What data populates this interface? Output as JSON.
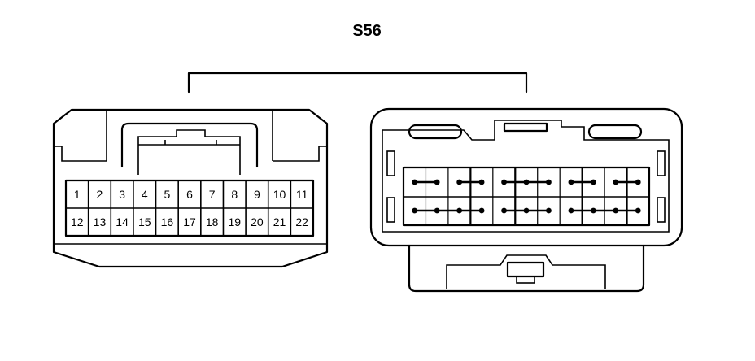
{
  "connector_label": "S56",
  "pins_top": [
    "1",
    "2",
    "3",
    "4",
    "5",
    "6",
    "7",
    "8",
    "9",
    "10",
    "11"
  ],
  "pins_bottom": [
    "12",
    "13",
    "14",
    "15",
    "16",
    "17",
    "18",
    "19",
    "20",
    "21",
    "22"
  ]
}
